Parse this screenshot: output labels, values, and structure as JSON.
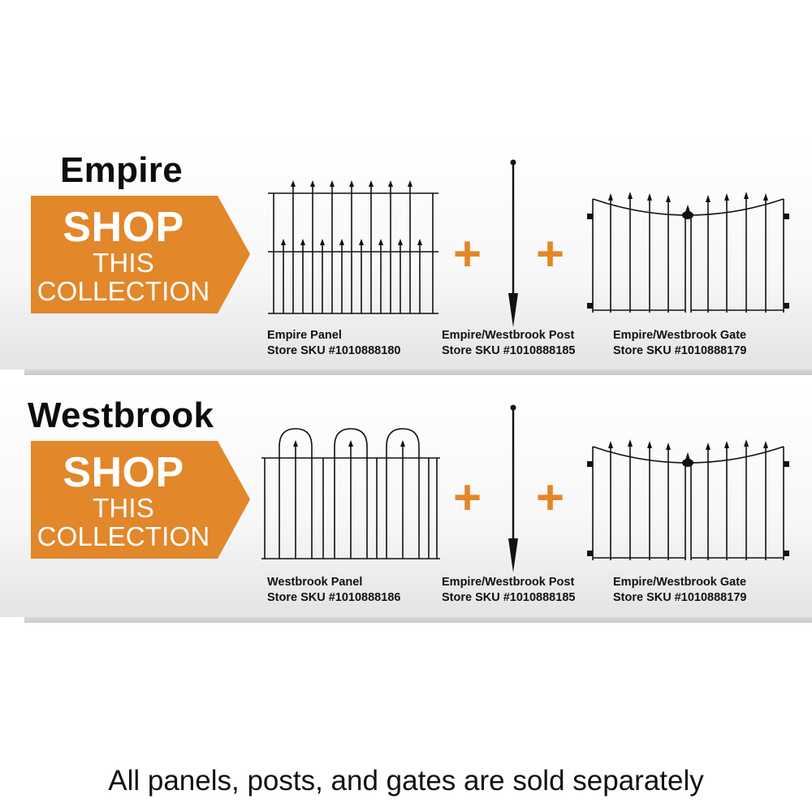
{
  "colors": {
    "accent": "#e2872a",
    "ink": "#111111"
  },
  "collections": [
    {
      "name": "Empire",
      "cta": {
        "line1": "SHOP",
        "line2": "THIS",
        "line3": "COLLECTION"
      },
      "plus_symbol": "+",
      "items": [
        {
          "icon": "empire-panel-icon",
          "title": "Empire Panel",
          "sku": "Store SKU #1010888180"
        },
        {
          "icon": "post-icon",
          "title": "Empire/Westbrook Post",
          "sku": "Store SKU #1010888185"
        },
        {
          "icon": "gate-icon",
          "title": "Empire/Westbrook Gate",
          "sku": "Store SKU #1010888179"
        }
      ]
    },
    {
      "name": "Westbrook",
      "cta": {
        "line1": "SHOP",
        "line2": "THIS",
        "line3": "COLLECTION"
      },
      "plus_symbol": "+",
      "items": [
        {
          "icon": "westbrook-panel-icon",
          "title": "Westbrook Panel",
          "sku": "Store SKU #1010888186"
        },
        {
          "icon": "post-icon",
          "title": "Empire/Westbrook Post",
          "sku": "Store SKU #1010888185"
        },
        {
          "icon": "gate-icon",
          "title": "Empire/Westbrook Gate",
          "sku": "Store SKU #1010888179"
        }
      ]
    }
  ],
  "footer": {
    "note": "All panels, posts, and gates are sold separately"
  }
}
